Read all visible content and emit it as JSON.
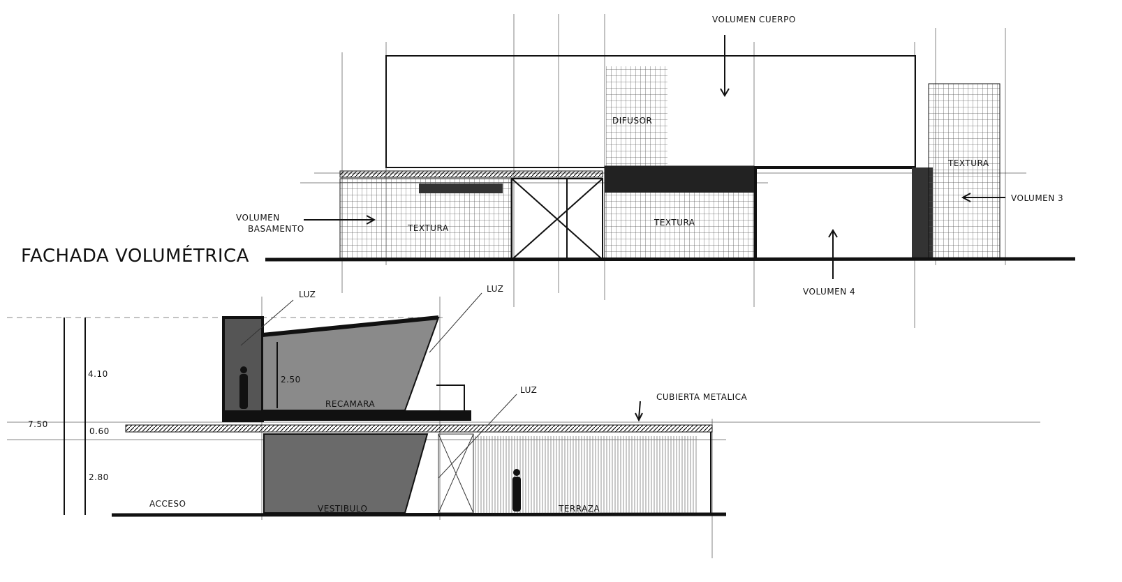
{
  "title": "FACHADA VOLUMÉTRICA",
  "elevation": {
    "volumen_cuerpo": "VOLUMEN CUERPO",
    "difusor": "DIFUSOR",
    "textura_1": "TEXTURA",
    "textura_2": "TEXTURA",
    "textura_3": "TEXTURA",
    "volumen_3": "VOLUMEN 3",
    "volumen_basamento_1": "VOLUMEN",
    "volumen_basamento_2": "BASAMENTO",
    "volumen_4": "VOLUMEN 4"
  },
  "section": {
    "luz_1": "LUZ",
    "luz_2": "LUZ",
    "luz_3": "LUZ",
    "dim_total": "7.50",
    "dim_upper": "4.10",
    "dim_slab": "0.60",
    "dim_lower": "2.80",
    "dim_room": "2.50",
    "recamara": "RECAMARA",
    "cubierta": "CUBIERTA METALICA",
    "acceso": "ACCESO",
    "vestibulo": "VESTIBULO",
    "terraza": "TERRAZA"
  }
}
